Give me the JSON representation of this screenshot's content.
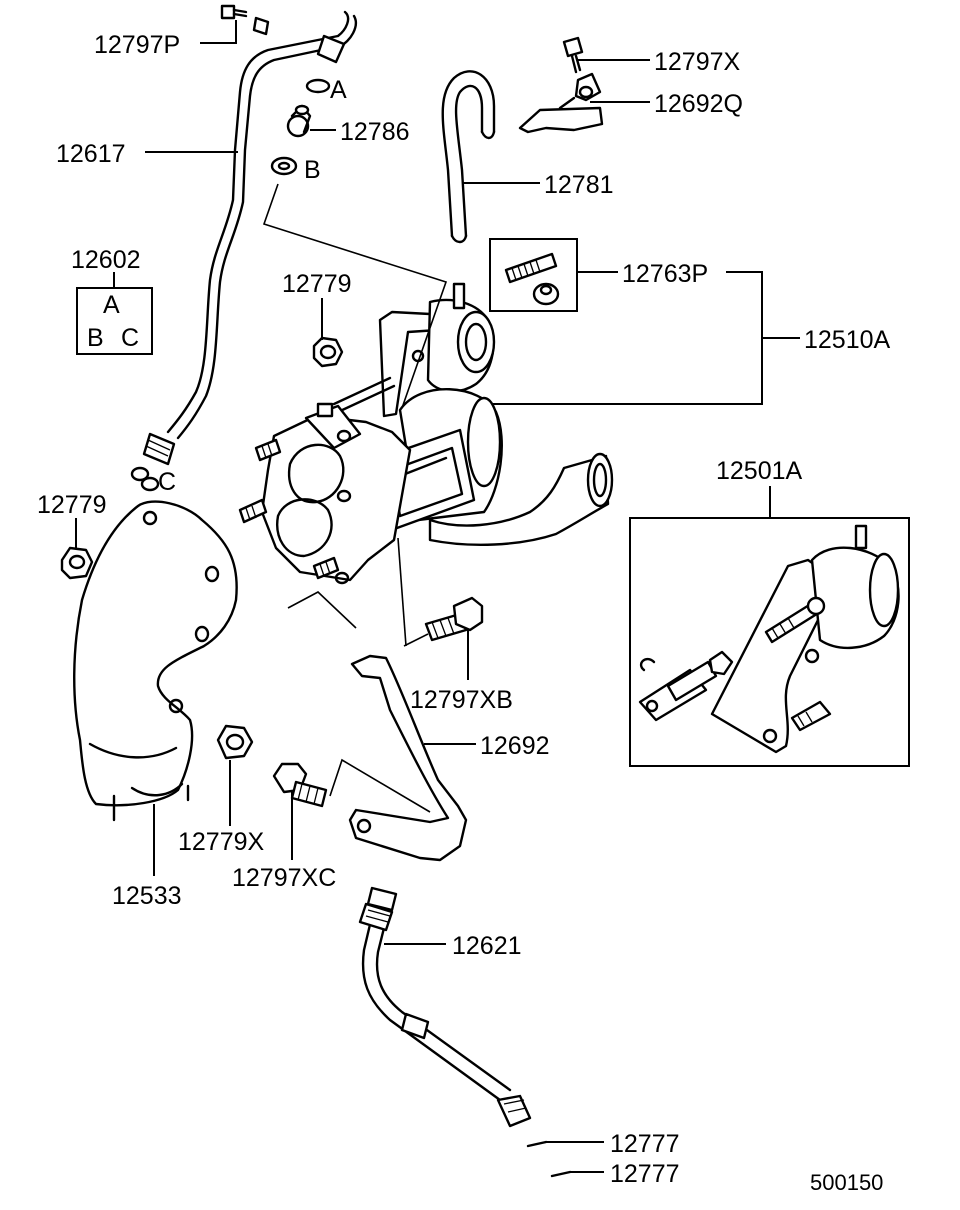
{
  "diagram": {
    "labels": {
      "p12797P": "12797P",
      "p12617": "12617",
      "p12786": "12786",
      "p12602": "12602",
      "p12779_top": "12779",
      "p12779_left": "12779",
      "p12797X": "12797X",
      "p12692Q": "12692Q",
      "p12781": "12781",
      "p12763P": "12763P",
      "p12510A": "12510A",
      "p12501A": "12501A",
      "p12797XB": "12797XB",
      "p12692": "12692",
      "p12533": "12533",
      "p12779X": "12779X",
      "p12797XC": "12797XC",
      "p12621": "12621",
      "p12777_a": "12777",
      "p12777_b": "12777",
      "ref_A": "A",
      "ref_B": "B",
      "ref_C": "C"
    },
    "kit_box": {
      "line1": "A",
      "line2_left": "B",
      "line2_right": "C"
    },
    "figure_number": "500150"
  }
}
